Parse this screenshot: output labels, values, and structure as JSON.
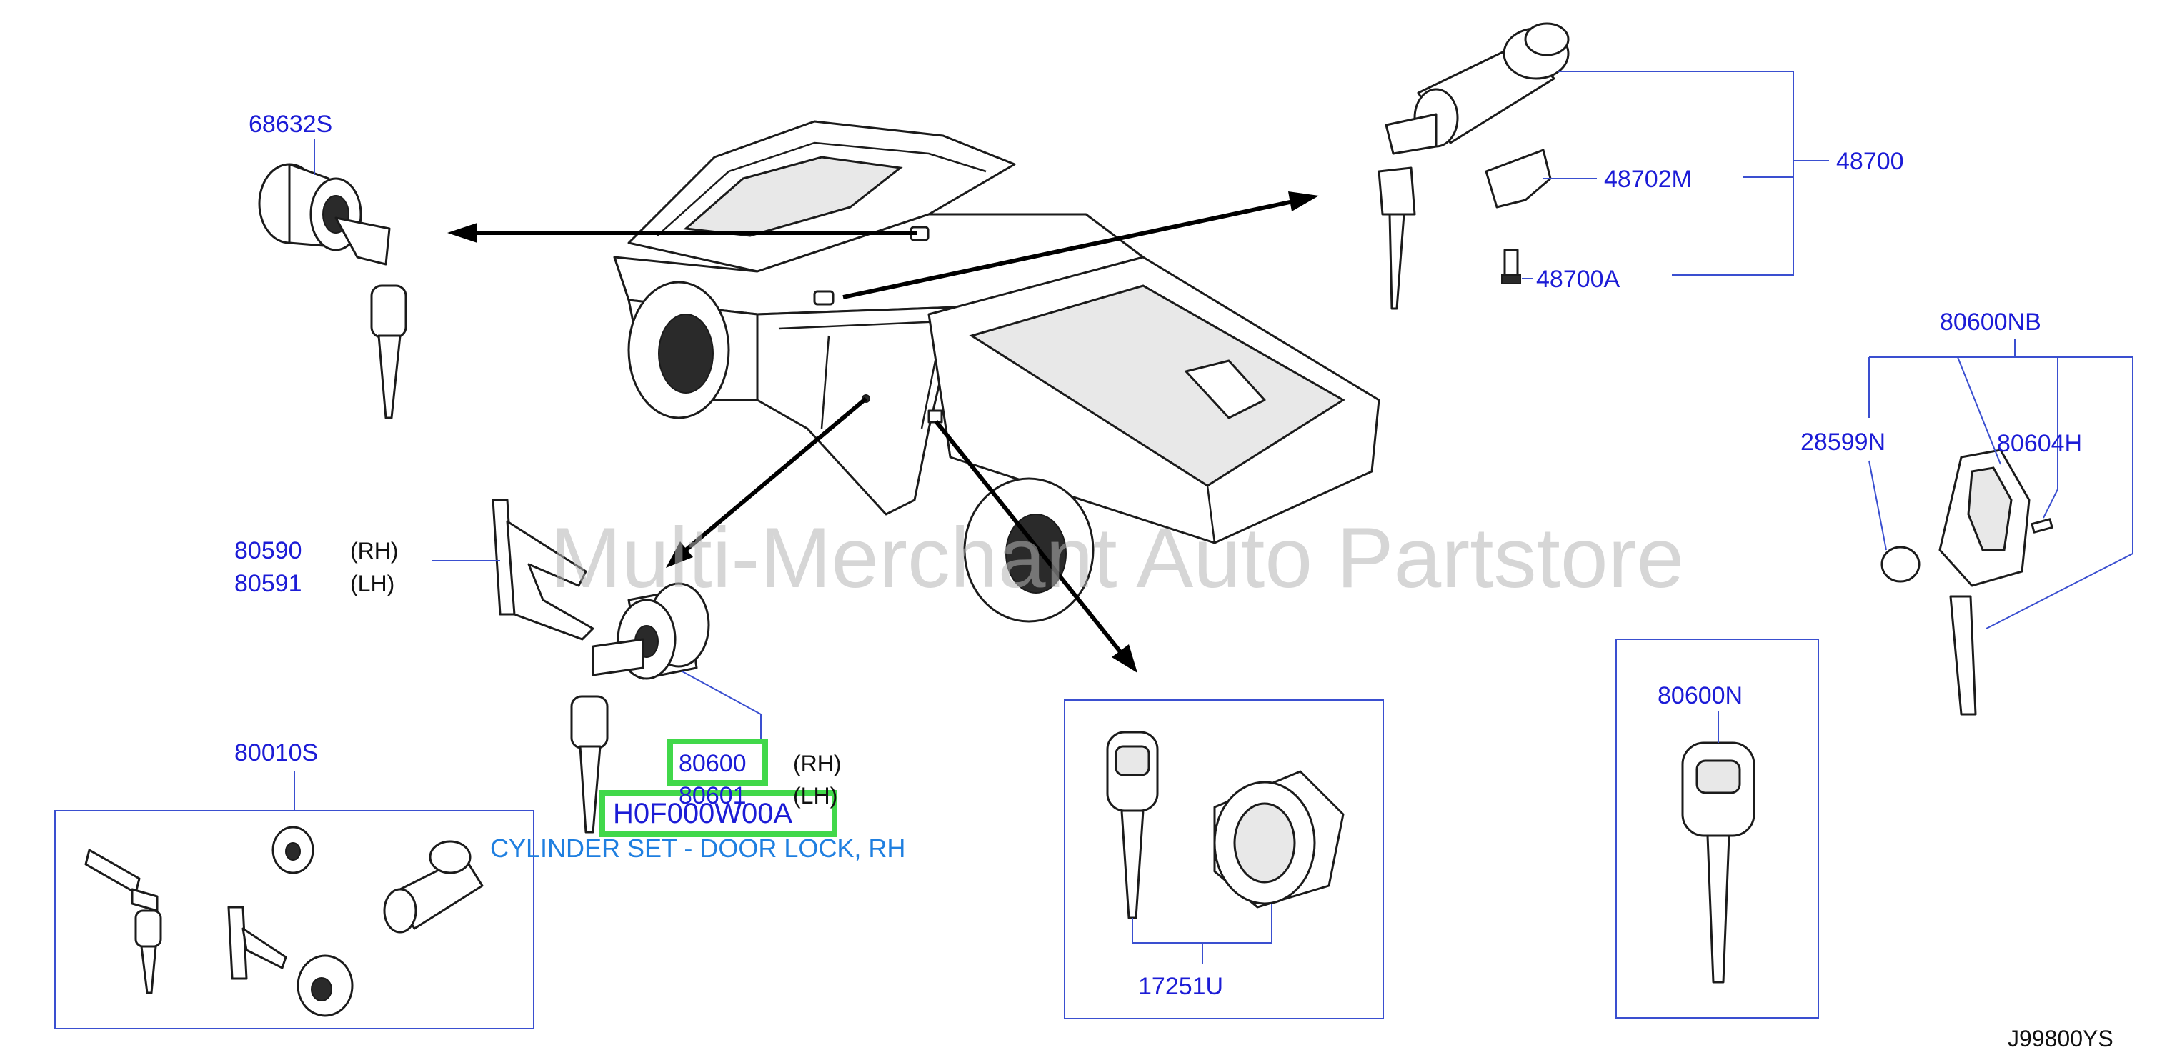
{
  "diagram": {
    "labels": {
      "p68632S": "68632S",
      "p48700": "48700",
      "p48702M": "48702M",
      "p48700A": "48700A",
      "p80600NB": "80600NB",
      "p28599N": "28599N",
      "p80604H": "80604H",
      "p80590": "80590",
      "p80590_side": "(RH)",
      "p80591": "80591",
      "p80591_side": "(LH)",
      "p80600": "80600",
      "p80600_side": "(RH)",
      "p80601": "80601",
      "p80601_side": "(LH)",
      "p80010S": "80010S",
      "p17251U": "17251U",
      "p80600N": "80600N",
      "ref": "J99800YS"
    },
    "highlight": {
      "part_code": "H0F000W00A",
      "description": "CYLINDER SET - DOOR LOCK, RH"
    },
    "watermark": "Multi-Merchant Auto Partstore"
  },
  "colors": {
    "label_blue": "#1c1cd6",
    "description_blue": "#1f7fe0",
    "highlight_green": "#41d84a",
    "leader_blue": "#3a4fd0"
  }
}
